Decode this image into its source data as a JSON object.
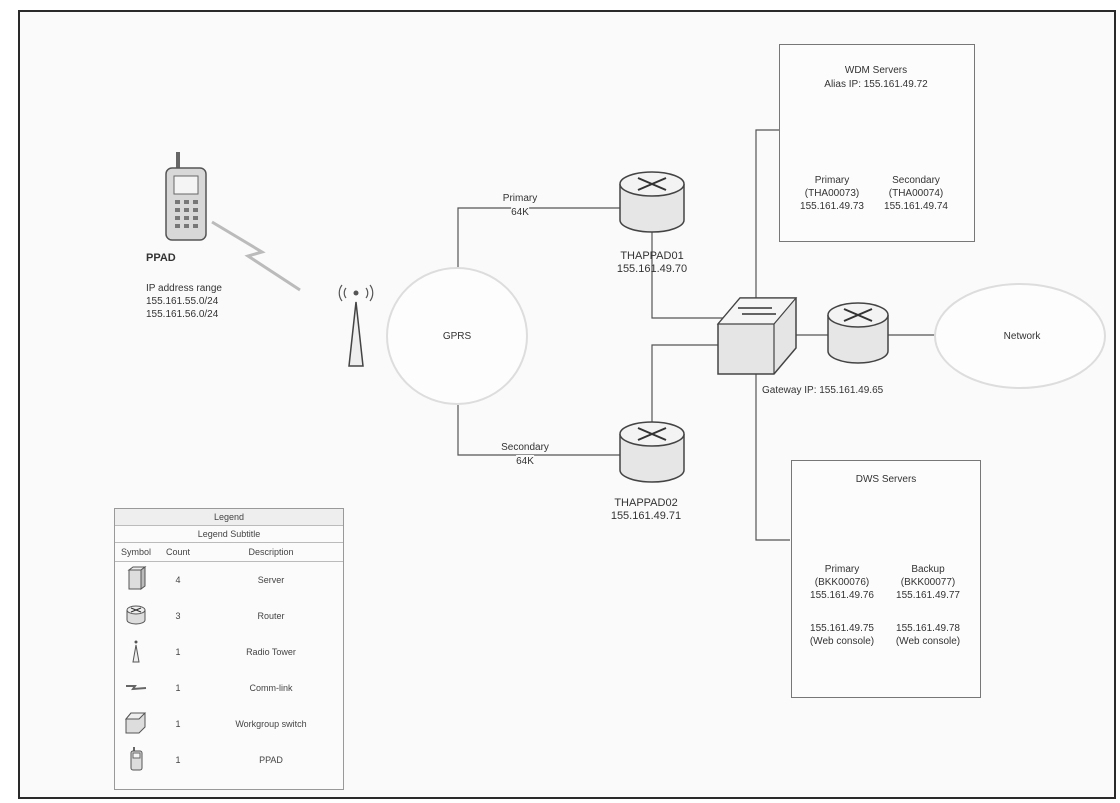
{
  "phone": {
    "name": "PPAD",
    "ip_title": "IP address range",
    "ip_range": [
      "155.161.55.0/24",
      "155.161.56.0/24"
    ]
  },
  "gprs": {
    "label": "GPRS"
  },
  "links": {
    "primary": [
      "Primary",
      "64K"
    ],
    "secondary": [
      "Secondary",
      "64K"
    ]
  },
  "router1": {
    "name": "THAPPAD01",
    "ip": "155.161.49.70"
  },
  "router2": {
    "name": "THAPPAD02",
    "ip": "155.161.49.71"
  },
  "gateway": {
    "label": "Gateway IP: 155.161.49.65"
  },
  "network": {
    "label": "Network"
  },
  "wdm": {
    "title": "WDM Servers",
    "alias": "Alias IP: 155.161.49.72",
    "servers": [
      {
        "lines": [
          "Primary",
          "(THA00073)",
          "155.161.49.73"
        ]
      },
      {
        "lines": [
          "Secondary",
          "(THA00074)",
          "155.161.49.74"
        ]
      }
    ]
  },
  "dws": {
    "title": "DWS Servers",
    "servers": [
      {
        "lines": [
          "Primary",
          "(BKK00076)",
          "155.161.49.76",
          "",
          "155.161.49.75",
          "(Web console)"
        ]
      },
      {
        "lines": [
          "Backup",
          "(BKK00077)",
          "155.161.49.77",
          "",
          "155.161.49.78",
          "(Web console)"
        ]
      }
    ]
  },
  "legend": {
    "title": "Legend",
    "subtitle": "Legend Subtitle",
    "headers": {
      "symbol": "Symbol",
      "count": "Count",
      "description": "Description"
    },
    "rows": [
      {
        "icon": "server-icon",
        "count": "4",
        "description": "Server"
      },
      {
        "icon": "router-icon",
        "count": "3",
        "description": "Router"
      },
      {
        "icon": "radio-tower-icon",
        "count": "1",
        "description": "Radio Tower"
      },
      {
        "icon": "comm-link-icon",
        "count": "1",
        "description": "Comm-link"
      },
      {
        "icon": "workgroup-switch-icon",
        "count": "1",
        "description": "Workgroup switch"
      },
      {
        "icon": "ppad-icon",
        "count": "1",
        "description": "PPAD"
      }
    ]
  },
  "colors": {
    "line": "#555555",
    "device": "#e8e8e8",
    "frame": "#2a2a2a"
  }
}
